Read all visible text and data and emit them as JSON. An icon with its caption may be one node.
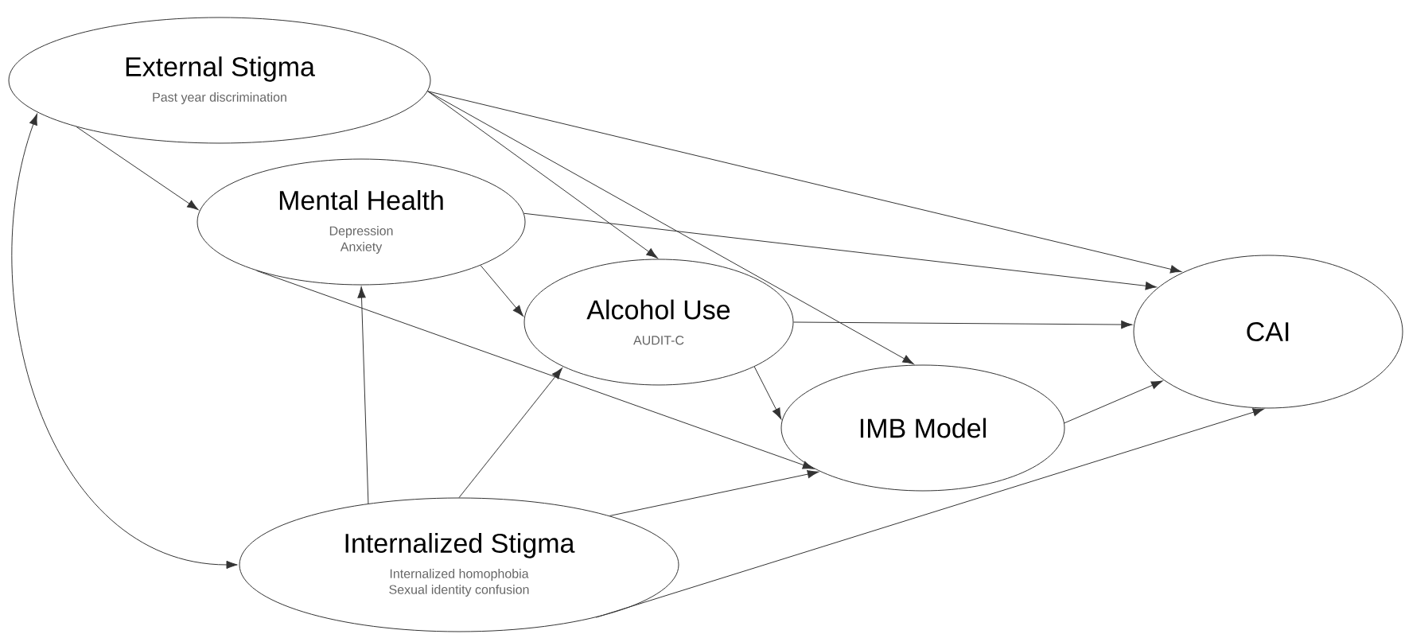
{
  "diagram": {
    "nodes": [
      {
        "text": [
          "External Stigma",
          "Past year discrimination"
        ]
      },
      {
        "text": [
          "Mental Health",
          "Depression",
          "Anxiety"
        ]
      },
      {
        "text": [
          "Alcohol Use",
          "AUDIT-C"
        ]
      },
      {
        "text": [
          "IMB Model"
        ]
      },
      {
        "text": [
          "CAI"
        ]
      },
      {
        "text": [
          "Internalized Stigma",
          "Internalized homophobia",
          "Sexual identity confusion"
        ]
      }
    ],
    "edges": [
      {
        "from": 0,
        "to": 1,
        "arrow": "to"
      },
      {
        "from": 0,
        "to": 4,
        "arrow": "to"
      },
      {
        "from": 0,
        "to": 2,
        "arrow": "to"
      },
      {
        "from": 0,
        "to": 3,
        "arrow": "to"
      },
      {
        "from": 1,
        "to": 4,
        "arrow": "to"
      },
      {
        "from": 1,
        "to": 2,
        "arrow": "to"
      },
      {
        "from": 1,
        "to": 3,
        "arrow": "to"
      },
      {
        "from": 2,
        "to": 4,
        "arrow": "to"
      },
      {
        "from": 2,
        "to": 3,
        "arrow": "to"
      },
      {
        "from": 3,
        "to": 4,
        "arrow": "to"
      },
      {
        "from": 5,
        "to": 1,
        "arrow": "to"
      },
      {
        "from": 5,
        "to": 2,
        "arrow": "to"
      },
      {
        "from": 5,
        "to": 3,
        "arrow": "to"
      },
      {
        "from": 5,
        "to": 4,
        "arrow": "to"
      },
      {
        "from": 0,
        "to": 5,
        "arrow": "both"
      }
    ]
  }
}
